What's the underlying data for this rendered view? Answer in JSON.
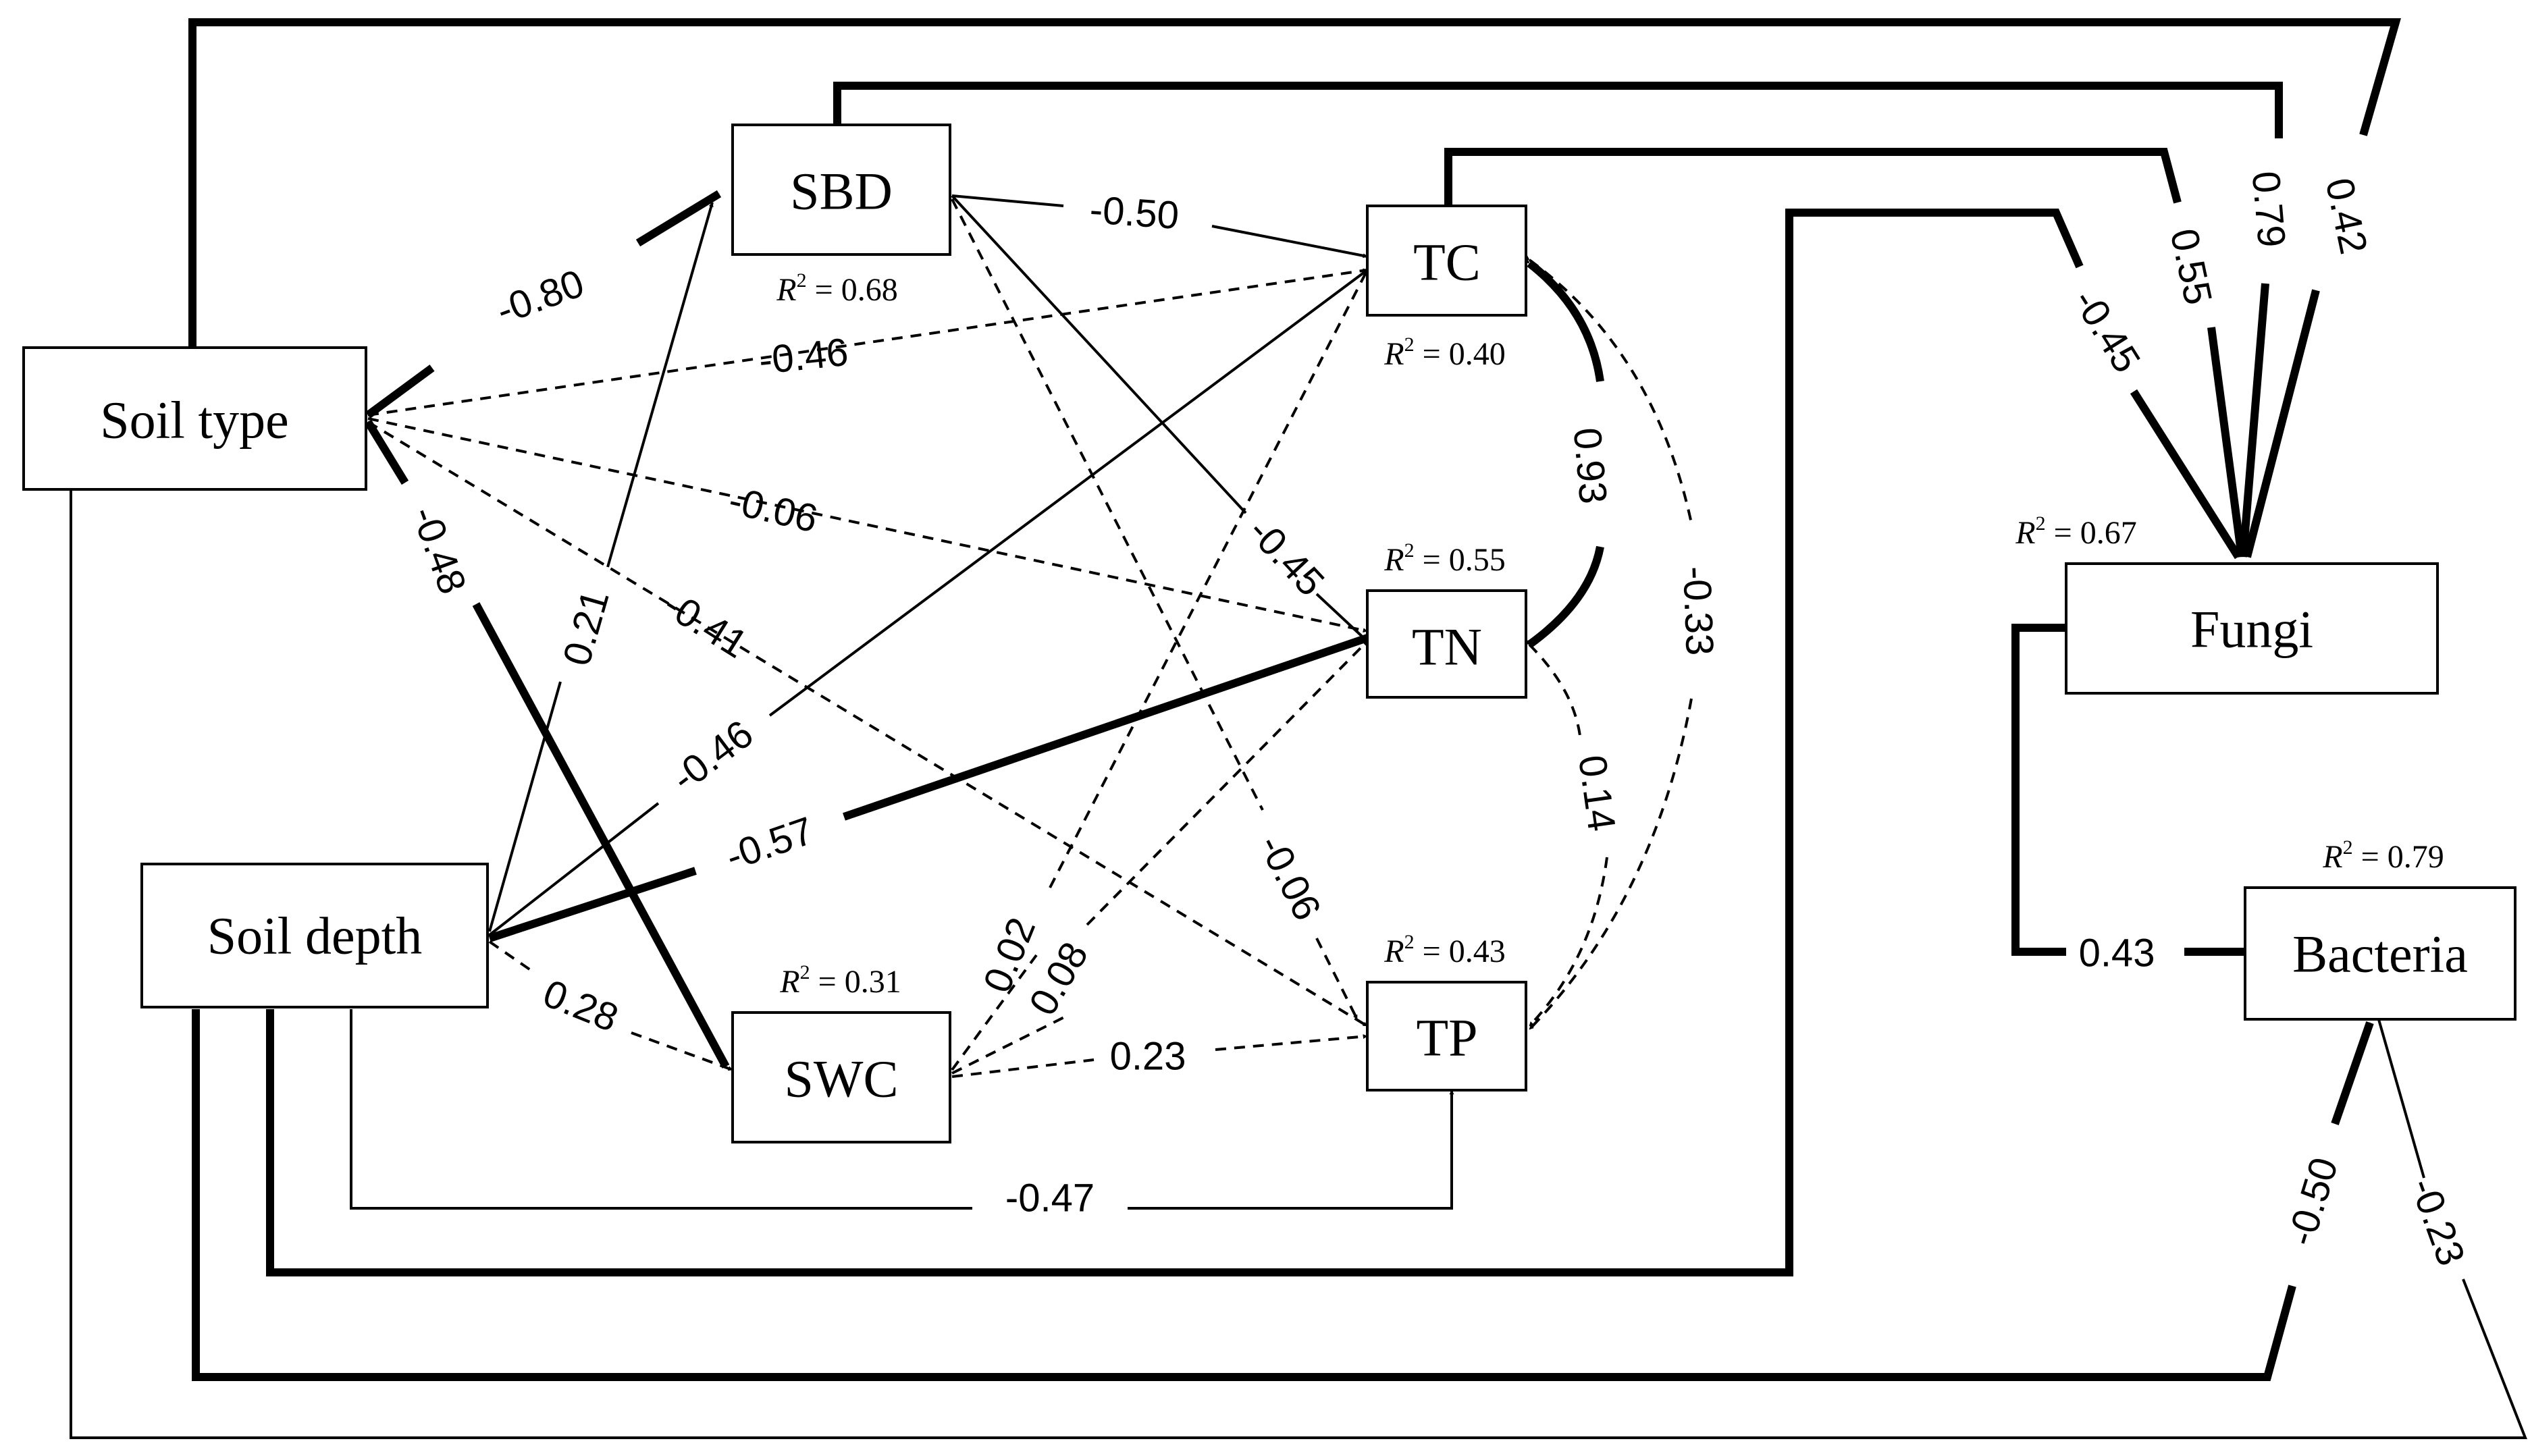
{
  "colors": {
    "ink": "#000000",
    "background": "#ffffff"
  },
  "nodes": {
    "soil_type": {
      "label": "Soil type",
      "r2": null
    },
    "soil_depth": {
      "label": "Soil depth",
      "r2": null
    },
    "sbd": {
      "label": "SBD",
      "r2": "0.68"
    },
    "swc": {
      "label": "SWC",
      "r2": "0.31"
    },
    "tc": {
      "label": "TC",
      "r2": "0.40"
    },
    "tn": {
      "label": "TN",
      "r2": "0.55"
    },
    "tp": {
      "label": "TP",
      "r2": "0.43"
    },
    "fungi": {
      "label": "Fungi",
      "r2": "0.67"
    },
    "bacteria": {
      "label": "Bacteria",
      "r2": "0.79"
    }
  },
  "r2_label": {
    "symbol": "R",
    "sup": "2",
    "eq": " = "
  },
  "paths": [
    {
      "id": "soiltype-sbd",
      "from": "Soil type",
      "to": "SBD",
      "coef": "-0.80",
      "style": "solid",
      "weight": "heavy"
    },
    {
      "id": "soiltype-tc",
      "from": "Soil type",
      "to": "TC",
      "coef": "-0.46",
      "style": "dashed",
      "weight": "light"
    },
    {
      "id": "soiltype-tn",
      "from": "Soil type",
      "to": "TN",
      "coef": "-0.06",
      "style": "dashed",
      "weight": "light"
    },
    {
      "id": "soiltype-tp",
      "from": "Soil type",
      "to": "TP",
      "coef": "-0.41",
      "style": "dashed",
      "weight": "light"
    },
    {
      "id": "soiltype-swc",
      "from": "Soil type",
      "to": "SWC",
      "coef": "-0.48",
      "style": "solid",
      "weight": "heavy"
    },
    {
      "id": "soiltype-fungi",
      "from": "Soil type",
      "to": "Fungi",
      "coef": "0.42",
      "style": "solid",
      "weight": "heavy"
    },
    {
      "id": "soiltype-bacteria",
      "from": "Soil type",
      "to": "Bacteria",
      "coef": "-0.23",
      "style": "solid",
      "weight": "thin"
    },
    {
      "id": "soildepth-sbd",
      "from": "Soil depth",
      "to": "SBD",
      "coef": "0.21",
      "style": "solid",
      "weight": "light"
    },
    {
      "id": "soildepth-tc",
      "from": "Soil depth",
      "to": "TC",
      "coef": "-0.46",
      "style": "solid",
      "weight": "light"
    },
    {
      "id": "soildepth-tn",
      "from": "Soil depth",
      "to": "TN",
      "coef": "-0.57",
      "style": "solid",
      "weight": "heavy"
    },
    {
      "id": "soildepth-swc",
      "from": "Soil depth",
      "to": "SWC",
      "coef": "0.28",
      "style": "dashed",
      "weight": "light"
    },
    {
      "id": "soildepth-tp",
      "from": "Soil depth",
      "to": "TP",
      "coef": "-0.47",
      "style": "solid",
      "weight": "light"
    },
    {
      "id": "soildepth-fungi",
      "from": "Soil depth",
      "to": "Fungi",
      "coef": "-0.45",
      "style": "solid",
      "weight": "heavy"
    },
    {
      "id": "soildepth-bacteria",
      "from": "Soil depth",
      "to": "Bacteria",
      "coef": "-0.50",
      "style": "solid",
      "weight": "heavy"
    },
    {
      "id": "sbd-tc",
      "from": "SBD",
      "to": "TC",
      "coef": "-0.50",
      "style": "solid",
      "weight": "light"
    },
    {
      "id": "sbd-tn",
      "from": "SBD",
      "to": "TN",
      "coef": "-0.45",
      "style": "solid",
      "weight": "light"
    },
    {
      "id": "sbd-tp",
      "from": "SBD",
      "to": "TP",
      "coef": "-0.06",
      "style": "dashed",
      "weight": "light"
    },
    {
      "id": "sbd-fungi",
      "from": "SBD",
      "to": "Fungi",
      "coef": "0.79",
      "style": "solid",
      "weight": "heavy"
    },
    {
      "id": "swc-tc",
      "from": "SWC",
      "to": "TC",
      "coef": "0.02",
      "style": "dashed",
      "weight": "light"
    },
    {
      "id": "swc-tn",
      "from": "SWC",
      "to": "TN",
      "coef": "0.08",
      "style": "dashed",
      "weight": "light"
    },
    {
      "id": "swc-tp",
      "from": "SWC",
      "to": "TP",
      "coef": "0.23",
      "style": "dashed",
      "weight": "light"
    },
    {
      "id": "tc-tn",
      "from": "TC",
      "to": "TN",
      "coef": "0.93",
      "style": "solid",
      "weight": "heavy"
    },
    {
      "id": "tc-tp",
      "from": "TC",
      "to": "TP",
      "coef": "-0.33",
      "style": "dashed",
      "weight": "light"
    },
    {
      "id": "tn-tp",
      "from": "TN",
      "to": "TP",
      "coef": "0.14",
      "style": "dashed",
      "weight": "light"
    },
    {
      "id": "tc-fungi",
      "from": "TC",
      "to": "Fungi",
      "coef": "0.55",
      "style": "solid",
      "weight": "heavy"
    },
    {
      "id": "fungi-bacteria",
      "from": "Fungi",
      "to": "Bacteria",
      "coef": "0.43",
      "style": "solid",
      "weight": "heavy"
    }
  ]
}
